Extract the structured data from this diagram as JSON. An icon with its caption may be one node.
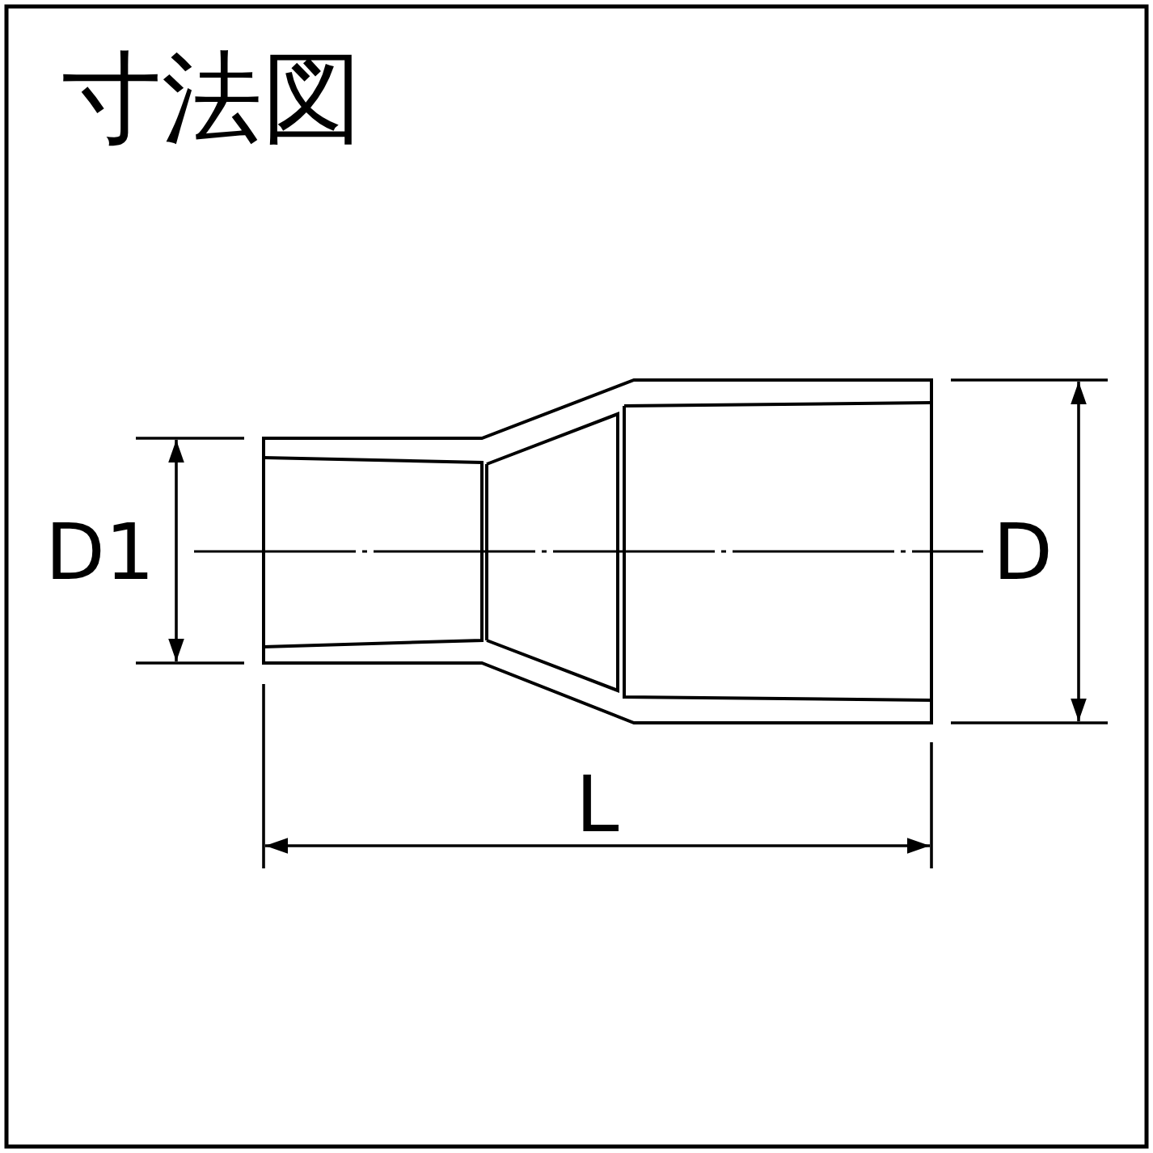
{
  "diagram": {
    "title": "寸法図",
    "labels": [
      "D1",
      "D",
      "L"
    ]
  }
}
